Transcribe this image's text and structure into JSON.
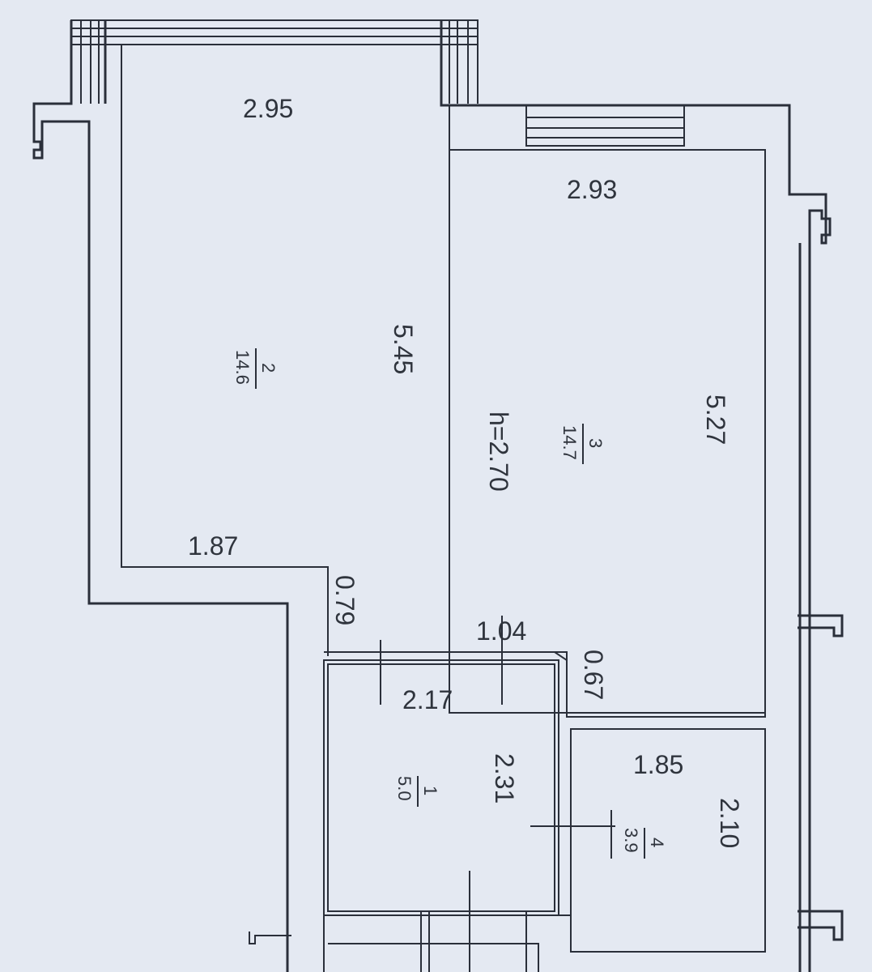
{
  "plan": {
    "room1": {
      "number": "1",
      "area": "5.0",
      "width": "2.17",
      "length": "2.31"
    },
    "room2": {
      "number": "2",
      "area": "14.6",
      "width": "2.95",
      "length": "5.45",
      "step_width": "1.87"
    },
    "room3": {
      "number": "3",
      "area": "14.7",
      "width": "2.93",
      "length": "5.27",
      "height": "h=2.70"
    },
    "room4": {
      "number": "4",
      "area": "3.9",
      "width": "1.85",
      "length": "2.10"
    },
    "openings": {
      "door_room2": "0.79",
      "door_room3": "1.04",
      "door_room4": "0.67"
    }
  }
}
